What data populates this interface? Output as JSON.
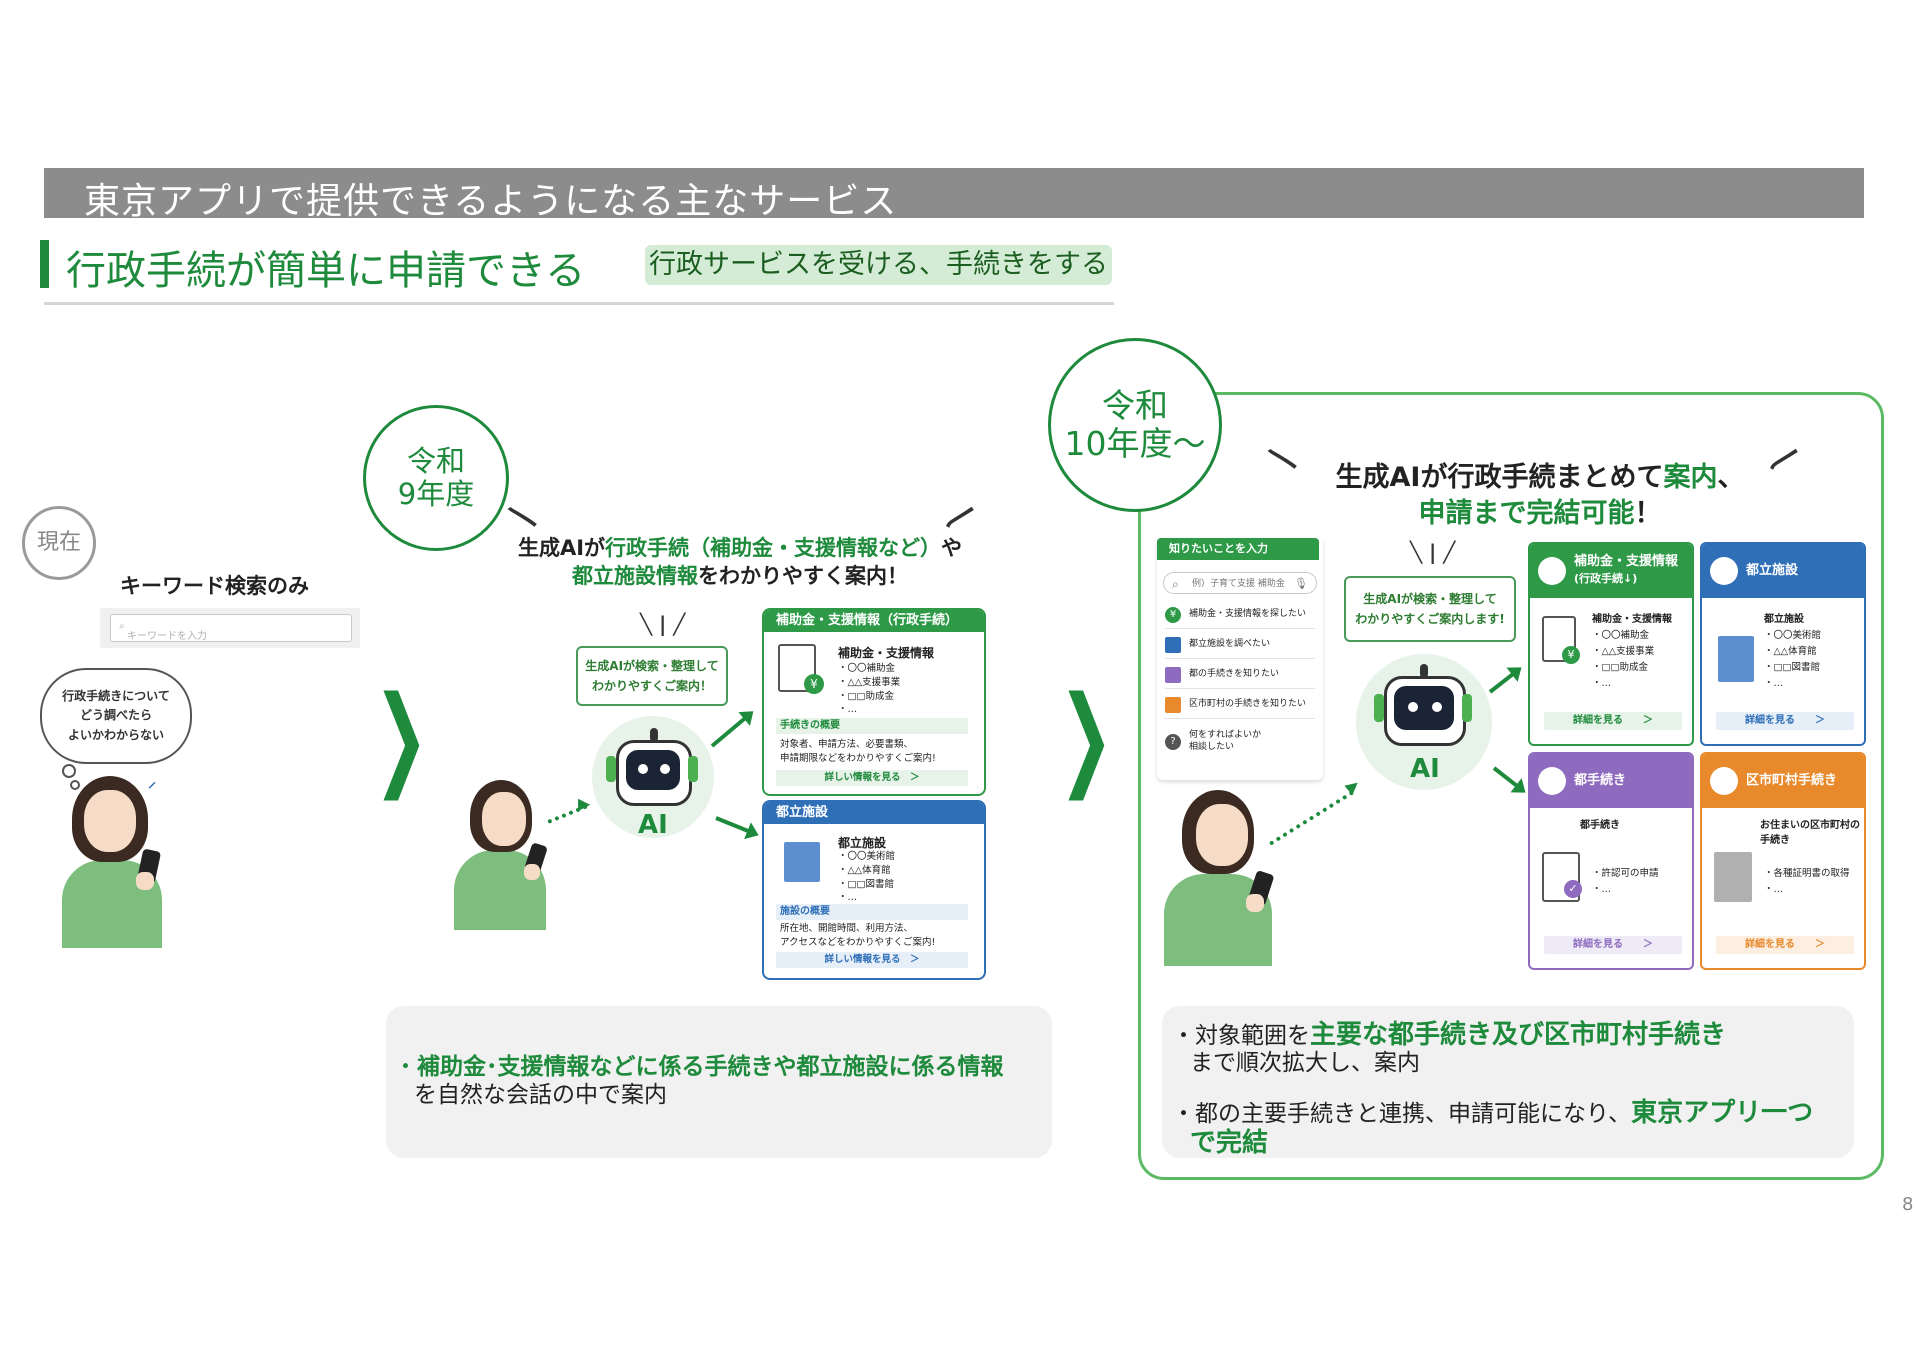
{
  "header": {
    "banner_title": "東京アプリで提供できるようになる主なサービス",
    "section_title": "行政手続が簡単に申請できる",
    "section_tag": "行政サービスを受ける、手続きをする"
  },
  "current": {
    "badge": "現在",
    "keyword_label": "キーワード検索のみ",
    "search_placeholder": "キーワードを入力",
    "thought_lines": [
      "行政手続きについて",
      "どう調べたら",
      "よいかわからない"
    ]
  },
  "r9": {
    "badge_line1": "令和",
    "badge_line2": "9年度",
    "headline_a": "生成AIが",
    "headline_b": "行政手続（補助金・支援情報など）",
    "headline_c": "や",
    "headline_d": "都立施設情報",
    "headline_e": "をわかりやすく案内！",
    "speech_lines": [
      "生成AIが検索・整理して",
      "わかりやすくご案内！"
    ],
    "ai_label": "AI",
    "card1": {
      "header": "補助金・支援情報（行政手続）",
      "title": "補助金・支援情報",
      "items": [
        "・〇〇補助金",
        "・△△支援事業",
        "・□□助成金",
        "・…"
      ],
      "strip": "手続きの概要",
      "desc_lines": [
        "対象者、申請方法、必要書類、",
        "申請期限などをわかりやすくご案内!"
      ],
      "link": "詳しい情報を見る　＞"
    },
    "card2": {
      "header": "都立施設",
      "title": "都立施設",
      "items": [
        "・〇〇美術館",
        "・△△体育館",
        "・□□図書館",
        "・…"
      ],
      "strip": "施設の概要",
      "desc_lines": [
        "所在地、開館時間、利用方法、",
        "アクセスなどをわかりやすくご案内!"
      ],
      "link": "詳しい情報を見る　＞"
    },
    "summary_bullet": "・",
    "summary_highlight": "補助金･支援情報などに係る手続きや都立施設に係る情報",
    "summary_rest": "を自然な会話の中で案内"
  },
  "r10": {
    "badge_line1": "令和",
    "badge_line2": "10年度～",
    "headline_a": "生成AIが行政手続まとめて",
    "headline_b": "案内",
    "headline_c": "、",
    "headline_d": "申請まで完結可能",
    "headline_e": "！",
    "speech_lines": [
      "生成AIが検索・整理して",
      "わかりやすくご案内します!"
    ],
    "ai_label": "AI",
    "options": {
      "header": "知りたいことを入力",
      "search": "例）子育て支援 補助金",
      "rows": [
        "補助金・支援情報を探したい",
        "都立施設を調べたい",
        "都の手続きを知りたい",
        "区市町村の手続きを知りたい",
        "何をすればよいか",
        "相談したい"
      ]
    },
    "cards": [
      {
        "header_l1": "補助金・支援情報",
        "header_l2": "(行政手続↓)",
        "title": "補助金・支援情報",
        "items": [
          "・〇〇補助金",
          "・△△支援事業",
          "・□□助成金",
          "・…"
        ],
        "button": "詳細を見る　　＞"
      },
      {
        "header_l1": "都立施設",
        "header_l2": "",
        "title": "都立施設",
        "items": [
          "・〇〇美術館",
          "・△△体育館",
          "・□□図書館",
          "・…"
        ],
        "button": "詳細を見る　　＞"
      },
      {
        "header_l1": "都手続き",
        "header_l2": "",
        "title": "都手続き",
        "items": [
          "・許認可の申請",
          "・…"
        ],
        "button": "詳細を見る　　＞"
      },
      {
        "header_l1": "区市町村手続き",
        "header_l2": "",
        "title_l1": "お住まいの区市町村の",
        "title_l2": "手続き",
        "items": [
          "・各種証明書の取得",
          "・…"
        ],
        "button": "詳細を見る　　＞"
      }
    ],
    "summary1_a": "・対象範囲を",
    "summary1_b": "主要な都手続き及び区市町村手続き",
    "summary1_c": "まで順次拡大し、案内",
    "summary2_a": "・都の主要手続きと連携、申請可能になり、",
    "summary2_b": "東京アプリ一つ",
    "summary2_c": "で完結"
  },
  "page_number": "8",
  "colors": {
    "accent_green": "#1e8a3c",
    "blue": "#2e6fb8",
    "purple": "#8e6bbf",
    "orange": "#e8892b",
    "banner_gray": "#8c8c8c"
  }
}
